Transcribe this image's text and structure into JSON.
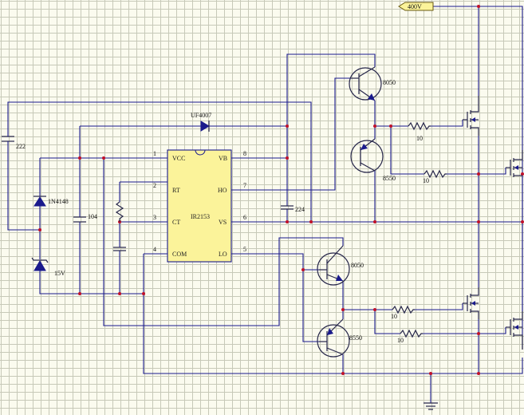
{
  "power_port": "400V",
  "ic": {
    "part": "IR2153",
    "pins": [
      {
        "num": "1",
        "name": "VCC"
      },
      {
        "num": "2",
        "name": "RT"
      },
      {
        "num": "3",
        "name": "CT"
      },
      {
        "num": "4",
        "name": "COM"
      },
      {
        "num": "5",
        "name": "LO"
      },
      {
        "num": "6",
        "name": "VS"
      },
      {
        "num": "7",
        "name": "HO"
      },
      {
        "num": "8",
        "name": "VB"
      }
    ]
  },
  "components": {
    "c_222": "222",
    "c_104": "104",
    "c_224": "224",
    "d_boot": "UF4007",
    "d_1n4148": "1N4148",
    "z_15v": "15V",
    "q1": "8050",
    "q2": "8550",
    "q3": "8050",
    "q4": "8550",
    "r1": "10",
    "r2": "10",
    "r3": "10",
    "r4": "10"
  },
  "colors": {
    "wire": "#1a1a8c",
    "junction": "#c0102a",
    "ic_fill": "#fbf39a",
    "port_fill": "#fbf39a",
    "grid": "#c7c9b8",
    "background": "#fbfbef"
  }
}
